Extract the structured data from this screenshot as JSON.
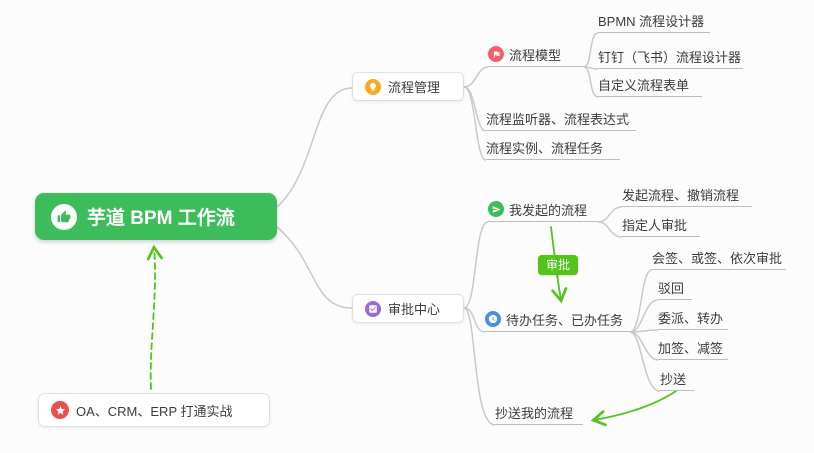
{
  "mindmap": {
    "root": "芋道 BPM 工作流",
    "process_mgmt": "流程管理",
    "process_model": "流程模型",
    "bpmn_designer": "BPMN 流程设计器",
    "dingtalk_designer": "钉钉（飞书）流程设计器",
    "custom_form": "自定义流程表单",
    "listener_expression": "流程监听器、流程表达式",
    "instance_task": "流程实例、流程任务",
    "approval_center": "审批中心",
    "my_initiated": "我发起的流程",
    "initiate_cancel": "发起流程、撤销流程",
    "assignee_approval": "指定人审批",
    "relation_label": "审批",
    "todo_done": "待办任务、已办任务",
    "countersign": "会签、或签、依次审批",
    "reject": "驳回",
    "delegate_transfer": "委派、转办",
    "add_reduce_sign": "加签、减签",
    "cc": "抄送",
    "cc_my_process": "抄送我的流程",
    "oa_practice": "OA、CRM、ERP 打通实战"
  },
  "icons": {
    "root": "thumbs-up-icon",
    "process_mgmt": "lightbulb-icon",
    "process_model": "flag-icon",
    "approval_center": "approval-check-icon",
    "my_initiated": "send-icon",
    "todo_done": "clock-icon",
    "oa_practice": "star-icon"
  },
  "colors": {
    "root_bg": "#3dbd5a",
    "connector_gray": "#c9c9c9",
    "relationship_green": "#52c41a",
    "icon_orange": "#f7a824",
    "icon_red": "#f0616e",
    "icon_green": "#3dbd5a",
    "icon_blue": "#4a90e2",
    "icon_purple": "#9b6bd3",
    "icon_star_red": "#e8504c",
    "badge_bg": "#52c41a"
  }
}
